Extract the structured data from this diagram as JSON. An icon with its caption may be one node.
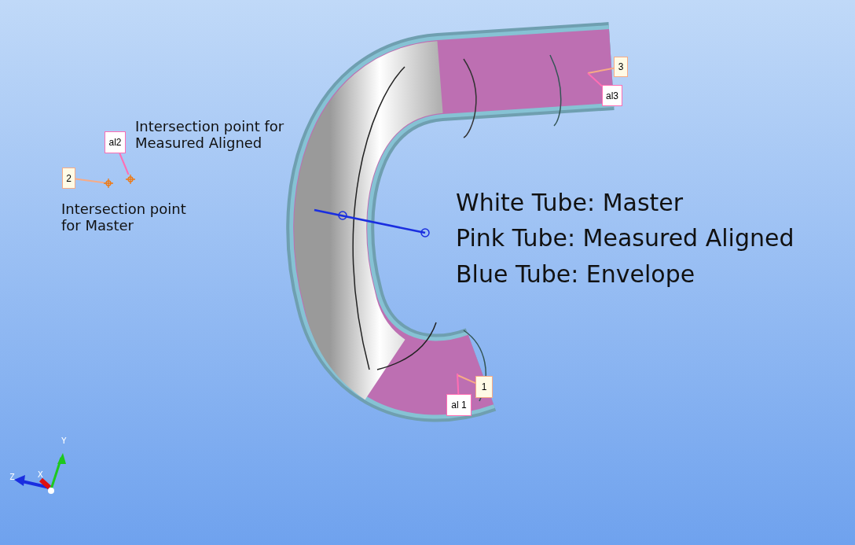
{
  "diagram": {
    "nodes": [
      {
        "text": [
          "al2"
        ]
      },
      {
        "text": [
          "2"
        ]
      },
      {
        "text": [],
        "shape": "cross"
      },
      {
        "text": [],
        "shape": "cross"
      },
      {
        "text": [
          "3"
        ]
      },
      {
        "text": [
          "al3"
        ]
      },
      {
        "text": [
          "1"
        ]
      },
      {
        "text": [
          "al 1"
        ]
      }
    ],
    "edges": [
      {
        "from": 0,
        "to": 3,
        "arrow": "none",
        "color": "#ff6eb4"
      },
      {
        "from": 1,
        "to": 2,
        "arrow": "none",
        "color": "#f7ab86"
      },
      {
        "from": 4,
        "to": null,
        "arrow": "none",
        "color": "#f7ab86"
      },
      {
        "from": 5,
        "to": null,
        "arrow": "none",
        "color": "#ff6eb4"
      },
      {
        "from": 6,
        "to": null,
        "arrow": "none",
        "color": "#f7ab86"
      },
      {
        "from": 7,
        "to": null,
        "arrow": "none",
        "color": "#ff6eb4"
      }
    ],
    "labels": [
      "Intersection point for Measured Aligned",
      "Intersection point for Master",
      "White Tube: Master",
      "Pink Tube: Measured Aligned",
      "Blue Tube: Envelope",
      "Y",
      "X",
      "Z"
    ]
  }
}
